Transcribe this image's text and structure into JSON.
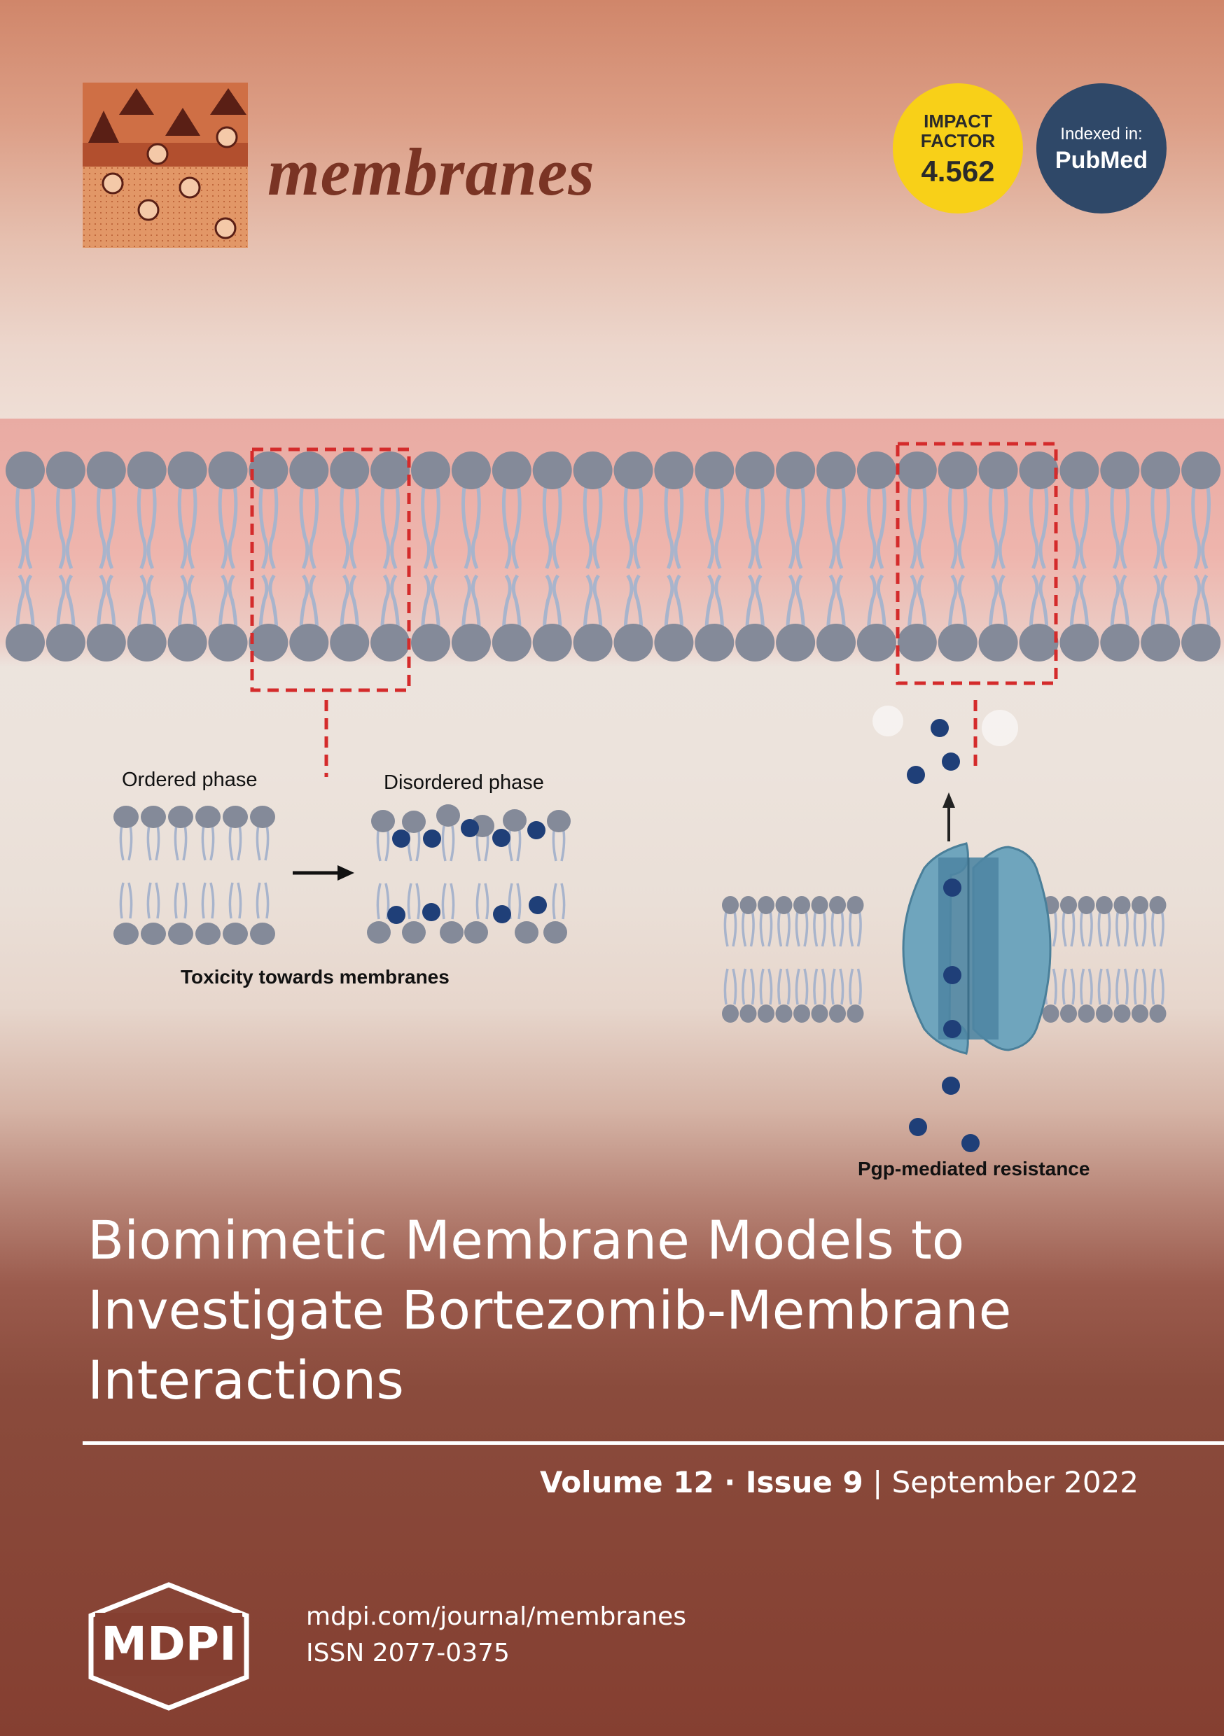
{
  "journal": {
    "name": "membranes",
    "logo_icon": "membranes-logo-icon"
  },
  "badges": {
    "impact_factor": {
      "label_line1": "IMPACT",
      "label_line2": "FACTOR",
      "value": "4.562",
      "color": "#f8d018"
    },
    "indexed": {
      "label": "Indexed in:",
      "value": "PubMed",
      "color": "#2f4868"
    }
  },
  "figure": {
    "ordered_label": "Ordered phase",
    "disordered_label": "Disordered phase",
    "toxicity_caption": "Toxicity towards membranes",
    "pgp_caption": "Pgp-mediated resistance"
  },
  "article": {
    "title_line1": "Biomimetic Membrane Models to",
    "title_line2": "Investigate Bortezomib-Membrane",
    "title_line3": "Interactions"
  },
  "issue": {
    "volume": "Volume 12",
    "sep1": " · ",
    "issue": "Issue 9",
    "sep2": " | ",
    "date": "September 2022"
  },
  "publisher": {
    "logo_text": "MDPI",
    "url": "mdpi.com/journal/membranes",
    "issn": "ISSN 2077-0375"
  },
  "colors": {
    "lipid_head": "#848a99",
    "drug_molecule": "#1f3f78",
    "dashed_box": "#d42b2b",
    "transporter": "#6fa5bd"
  }
}
